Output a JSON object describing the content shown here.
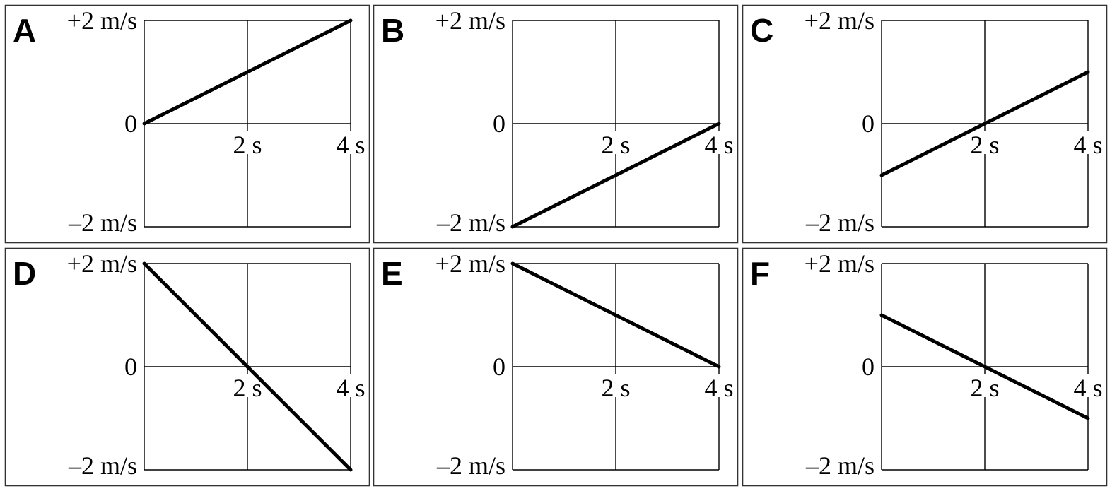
{
  "chart_data": [
    {
      "type": "line",
      "panel_label": "A",
      "x_unit": "s",
      "y_unit": "m/s",
      "xlim": [
        0,
        4
      ],
      "ylim": [
        -2,
        2
      ],
      "x_tick_labels": [
        "2 s",
        "4 s"
      ],
      "y_tick_labels": [
        "+2 m/s",
        "0",
        "–2 m/s"
      ],
      "grid": true,
      "series": [
        {
          "x": [
            0,
            4
          ],
          "y": [
            0,
            2
          ]
        }
      ]
    },
    {
      "type": "line",
      "panel_label": "B",
      "x_unit": "s",
      "y_unit": "m/s",
      "xlim": [
        0,
        4
      ],
      "ylim": [
        -2,
        2
      ],
      "x_tick_labels": [
        "2 s",
        "4 s"
      ],
      "y_tick_labels": [
        "+2 m/s",
        "0",
        "–2 m/s"
      ],
      "grid": true,
      "series": [
        {
          "x": [
            0,
            4
          ],
          "y": [
            -2,
            0
          ]
        }
      ]
    },
    {
      "type": "line",
      "panel_label": "C",
      "x_unit": "s",
      "y_unit": "m/s",
      "xlim": [
        0,
        4
      ],
      "ylim": [
        -2,
        2
      ],
      "x_tick_labels": [
        "2 s",
        "4 s"
      ],
      "y_tick_labels": [
        "+2 m/s",
        "0",
        "–2 m/s"
      ],
      "grid": true,
      "series": [
        {
          "x": [
            0,
            4
          ],
          "y": [
            -1,
            1
          ]
        }
      ]
    },
    {
      "type": "line",
      "panel_label": "D",
      "x_unit": "s",
      "y_unit": "m/s",
      "xlim": [
        0,
        4
      ],
      "ylim": [
        -2,
        2
      ],
      "x_tick_labels": [
        "2 s",
        "4 s"
      ],
      "y_tick_labels": [
        "+2 m/s",
        "0",
        "–2 m/s"
      ],
      "grid": true,
      "series": [
        {
          "x": [
            0,
            4
          ],
          "y": [
            2,
            -2
          ]
        }
      ]
    },
    {
      "type": "line",
      "panel_label": "E",
      "x_unit": "s",
      "y_unit": "m/s",
      "xlim": [
        0,
        4
      ],
      "ylim": [
        -2,
        2
      ],
      "x_tick_labels": [
        "2 s",
        "4 s"
      ],
      "y_tick_labels": [
        "+2 m/s",
        "0",
        "–2 m/s"
      ],
      "grid": true,
      "series": [
        {
          "x": [
            0,
            4
          ],
          "y": [
            2,
            0
          ]
        }
      ]
    },
    {
      "type": "line",
      "panel_label": "F",
      "x_unit": "s",
      "y_unit": "m/s",
      "xlim": [
        0,
        4
      ],
      "ylim": [
        -2,
        2
      ],
      "x_tick_labels": [
        "2 s",
        "4 s"
      ],
      "y_tick_labels": [
        "+2 m/s",
        "0",
        "–2 m/s"
      ],
      "grid": true,
      "series": [
        {
          "x": [
            0,
            4
          ],
          "y": [
            1,
            -1
          ]
        }
      ]
    }
  ]
}
